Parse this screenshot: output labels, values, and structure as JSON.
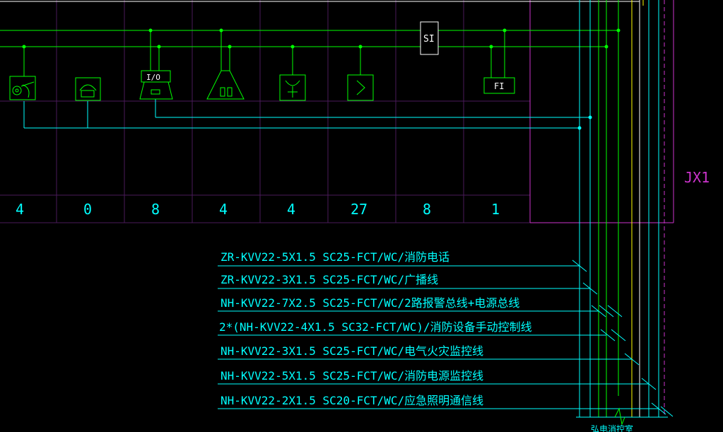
{
  "colors": {
    "background": "#000000",
    "cyan": "#00ffff",
    "green": "#00ff00",
    "white": "#ffffff",
    "yellow": "#ffff00",
    "magenta": "#cc33cc",
    "purple": "#6a1a86",
    "grid": "#4a1a5a"
  },
  "device_counts": [
    "4",
    "0",
    "8",
    "4",
    "4",
    "27",
    "8",
    "1"
  ],
  "symbols": {
    "io_module": "I/O",
    "si_box": "SI",
    "fi_box": "FI",
    "jx_label": "JX1",
    "bottom_label": "弘电消控室"
  },
  "cables": [
    "ZR-KVV22-5X1.5  SC25-FCT/WC/消防电话",
    "ZR-KVV22-3X1.5  SC25-FCT/WC/广播线",
    "NH-KVV22-7X2.5  SC25-FCT/WC/2路报警总线+电源总线",
    "2*(NH-KVV22-4X1.5  SC32-FCT/WC)/消防设备手动控制线",
    "NH-KVV22-3X1.5  SC25-FCT/WC/电气火灾监控线",
    "NH-KVV22-5X1.5  SC25-FCT/WC/消防电源监控线",
    "NH-KVV22-2X1.5  SC20-FCT/WC/应急照明通信线"
  ]
}
